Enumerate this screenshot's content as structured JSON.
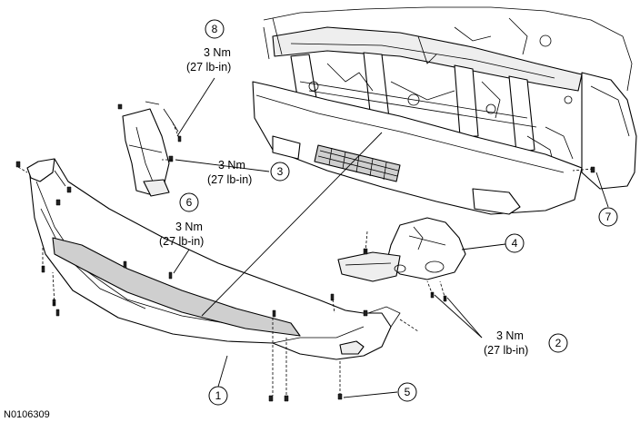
{
  "figure_id": "N0106309",
  "callouts": [
    {
      "num": "8",
      "spec": [
        "3 Nm",
        "(27 lb-in)"
      ]
    },
    {
      "num": "3",
      "spec": [
        "3 Nm",
        "(27 lb-in)"
      ]
    },
    {
      "num": "6",
      "spec": [
        "3 Nm",
        "(27 lb-in)"
      ]
    },
    {
      "num": "7",
      "spec": []
    },
    {
      "num": "4",
      "spec": []
    },
    {
      "num": "2",
      "spec": [
        "3 Nm",
        "(27 lb-in)"
      ]
    },
    {
      "num": "1",
      "spec": []
    },
    {
      "num": "5",
      "spec": []
    }
  ]
}
